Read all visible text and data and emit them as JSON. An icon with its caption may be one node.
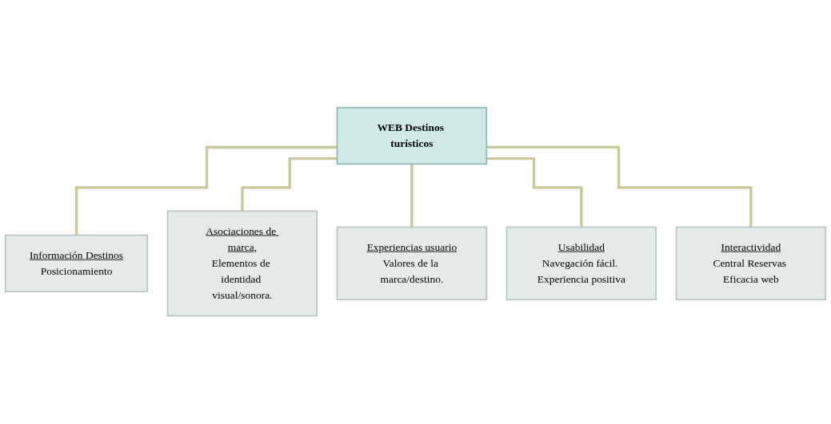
{
  "diagram": {
    "nodes": [
      {
        "text": [
          "WEB Destinos turísticos"
        ]
      },
      {
        "text": [
          "Información Destinos",
          "Posicionamiento"
        ]
      },
      {
        "text": [
          "Asociaciones de marca,",
          "Elementos de identidad visual/sonora."
        ]
      },
      {
        "text": [
          "Experiencias usuario",
          "Valores de la marca/destino."
        ]
      },
      {
        "text": [
          "Usabilidad",
          "Navegación fácil. Experiencia positiva"
        ]
      },
      {
        "text": [
          "Interactividad",
          "Central Reservas Eficacia web"
        ]
      }
    ],
    "edges": [
      {
        "from": 0,
        "to": 1,
        "arrow": "none"
      },
      {
        "from": 0,
        "to": 2,
        "arrow": "none"
      },
      {
        "from": 0,
        "to": 3,
        "arrow": "none"
      },
      {
        "from": 0,
        "to": 4,
        "arrow": "none"
      },
      {
        "from": 0,
        "to": 5,
        "arrow": "none"
      }
    ]
  }
}
